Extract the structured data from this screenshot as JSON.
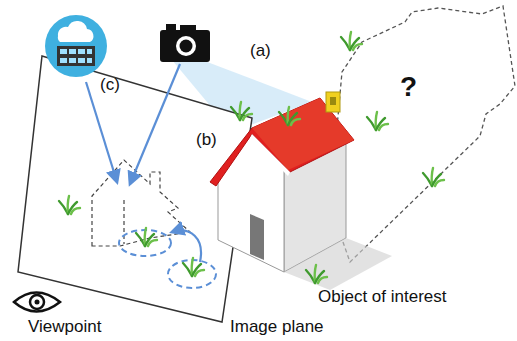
{
  "diagram": {
    "labels": [
      "(a)",
      "?",
      "(c)",
      "(b)",
      "Object of interest",
      "Viewpoint",
      "Image plane"
    ]
  }
}
